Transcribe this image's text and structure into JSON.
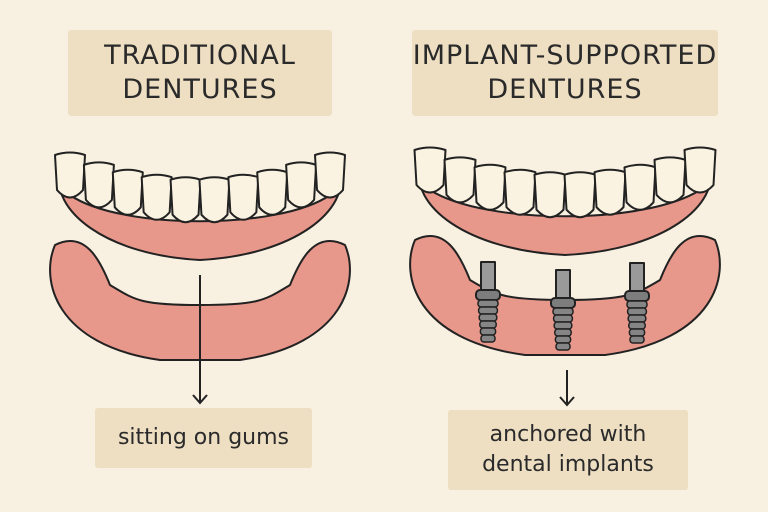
{
  "left": {
    "title_line1": "TRADITIONAL",
    "title_line2": "DENTURES",
    "caption": "sitting on gums"
  },
  "right": {
    "title_line1": "IMPLANT-SUPPORTED",
    "title_line2": "DENTURES",
    "caption_line1": "anchored with",
    "caption_line2": "dental implants"
  },
  "colors": {
    "background": "#f8f0e0",
    "label": "#eedfc3",
    "gum": "#e8978b",
    "tooth": "#fbf3e1",
    "implant": "#8a8a8a",
    "outline": "#222222"
  }
}
